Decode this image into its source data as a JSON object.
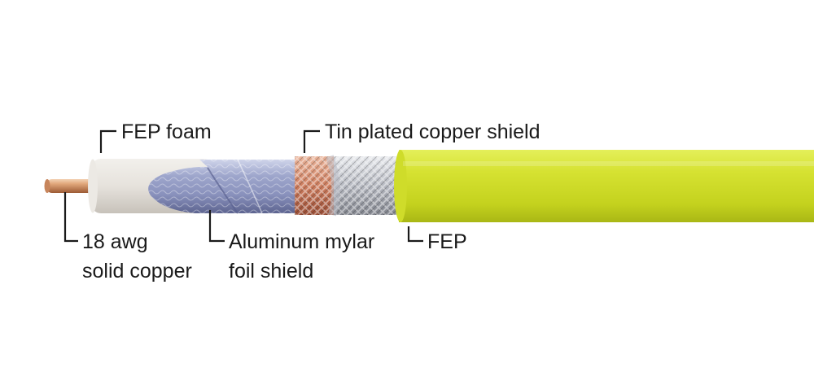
{
  "labels": {
    "fep_foam": "FEP foam",
    "tin_shield": "Tin plated copper shield",
    "conductor_line1": "18 awg",
    "conductor_line2": "solid copper",
    "foil_line1": "Aluminum mylar",
    "foil_line2": "foil shield",
    "jacket": "FEP"
  },
  "colors": {
    "copper": "#d89a6a",
    "foam": "#e8e4de",
    "foil": "#9aa3c8",
    "braid_copper": "#d3866a",
    "braid_tin": "#b9bcc4",
    "jacket": "#d4e22a",
    "text": "#1a1a1a"
  }
}
